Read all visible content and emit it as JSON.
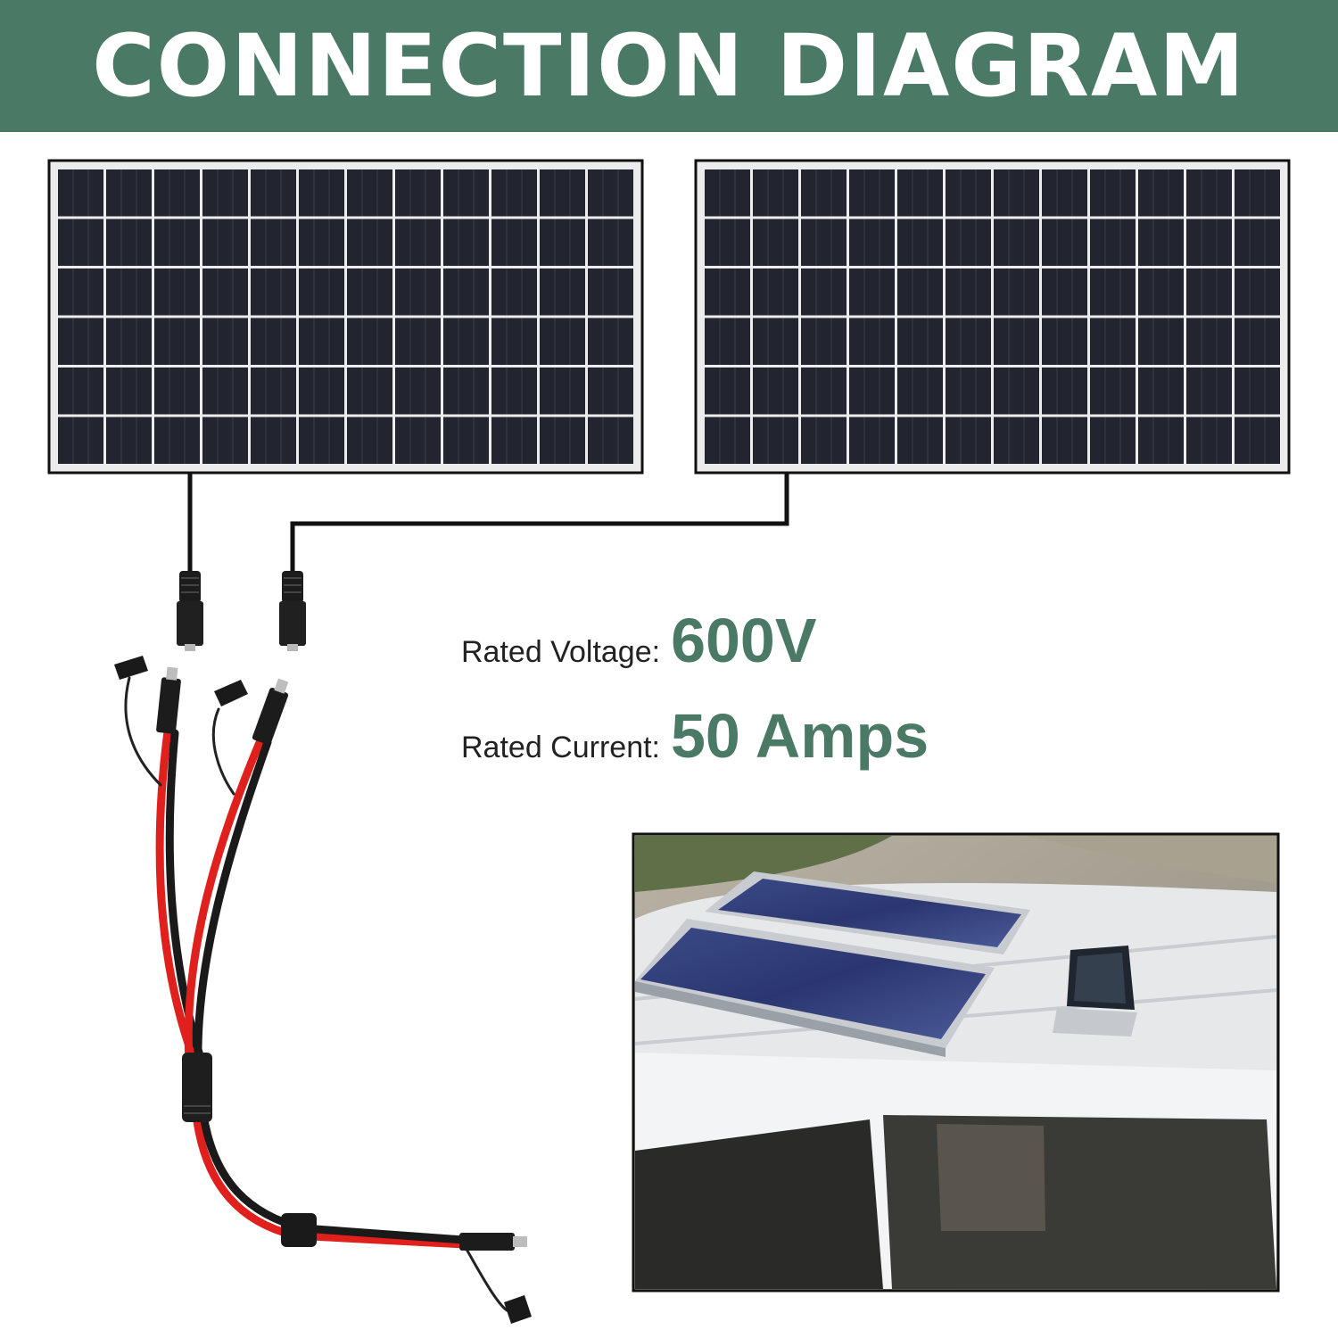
{
  "banner": {
    "title": "CONNECTION DIAGRAM",
    "color": "#4a7a65"
  },
  "specs": {
    "voltage_label": "Rated Voltage:",
    "voltage_value": "600V",
    "current_label": "Rated Current:",
    "current_value": "50 Amps",
    "value_color": "#4a7a65"
  },
  "panels": {
    "columns": 12,
    "rows": 6,
    "cell_color": "#22252f",
    "frame_color": "#111111"
  },
  "cable": {
    "wire_colors": [
      "#e0201d",
      "#1a1a1a"
    ],
    "connector_icon": "sae-connector-icon",
    "branch_icon": "y-splitter-icon"
  },
  "photo": {
    "icon": "van-roof-solar-photo",
    "items": [
      "van-roof",
      "solar-panel",
      "solar-panel",
      "roof-vent"
    ]
  }
}
